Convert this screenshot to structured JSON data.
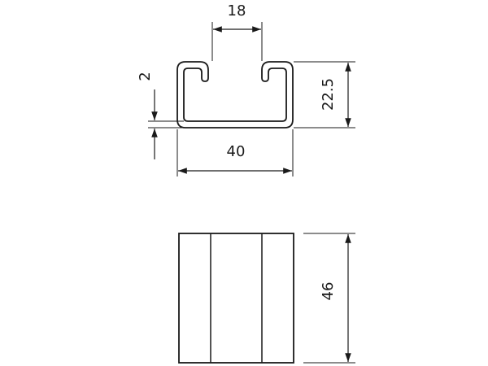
{
  "dimensions": {
    "slot_width": "18",
    "wall_thickness": "2",
    "profile_height": "22.5",
    "profile_width": "40",
    "channel_length": "46"
  }
}
